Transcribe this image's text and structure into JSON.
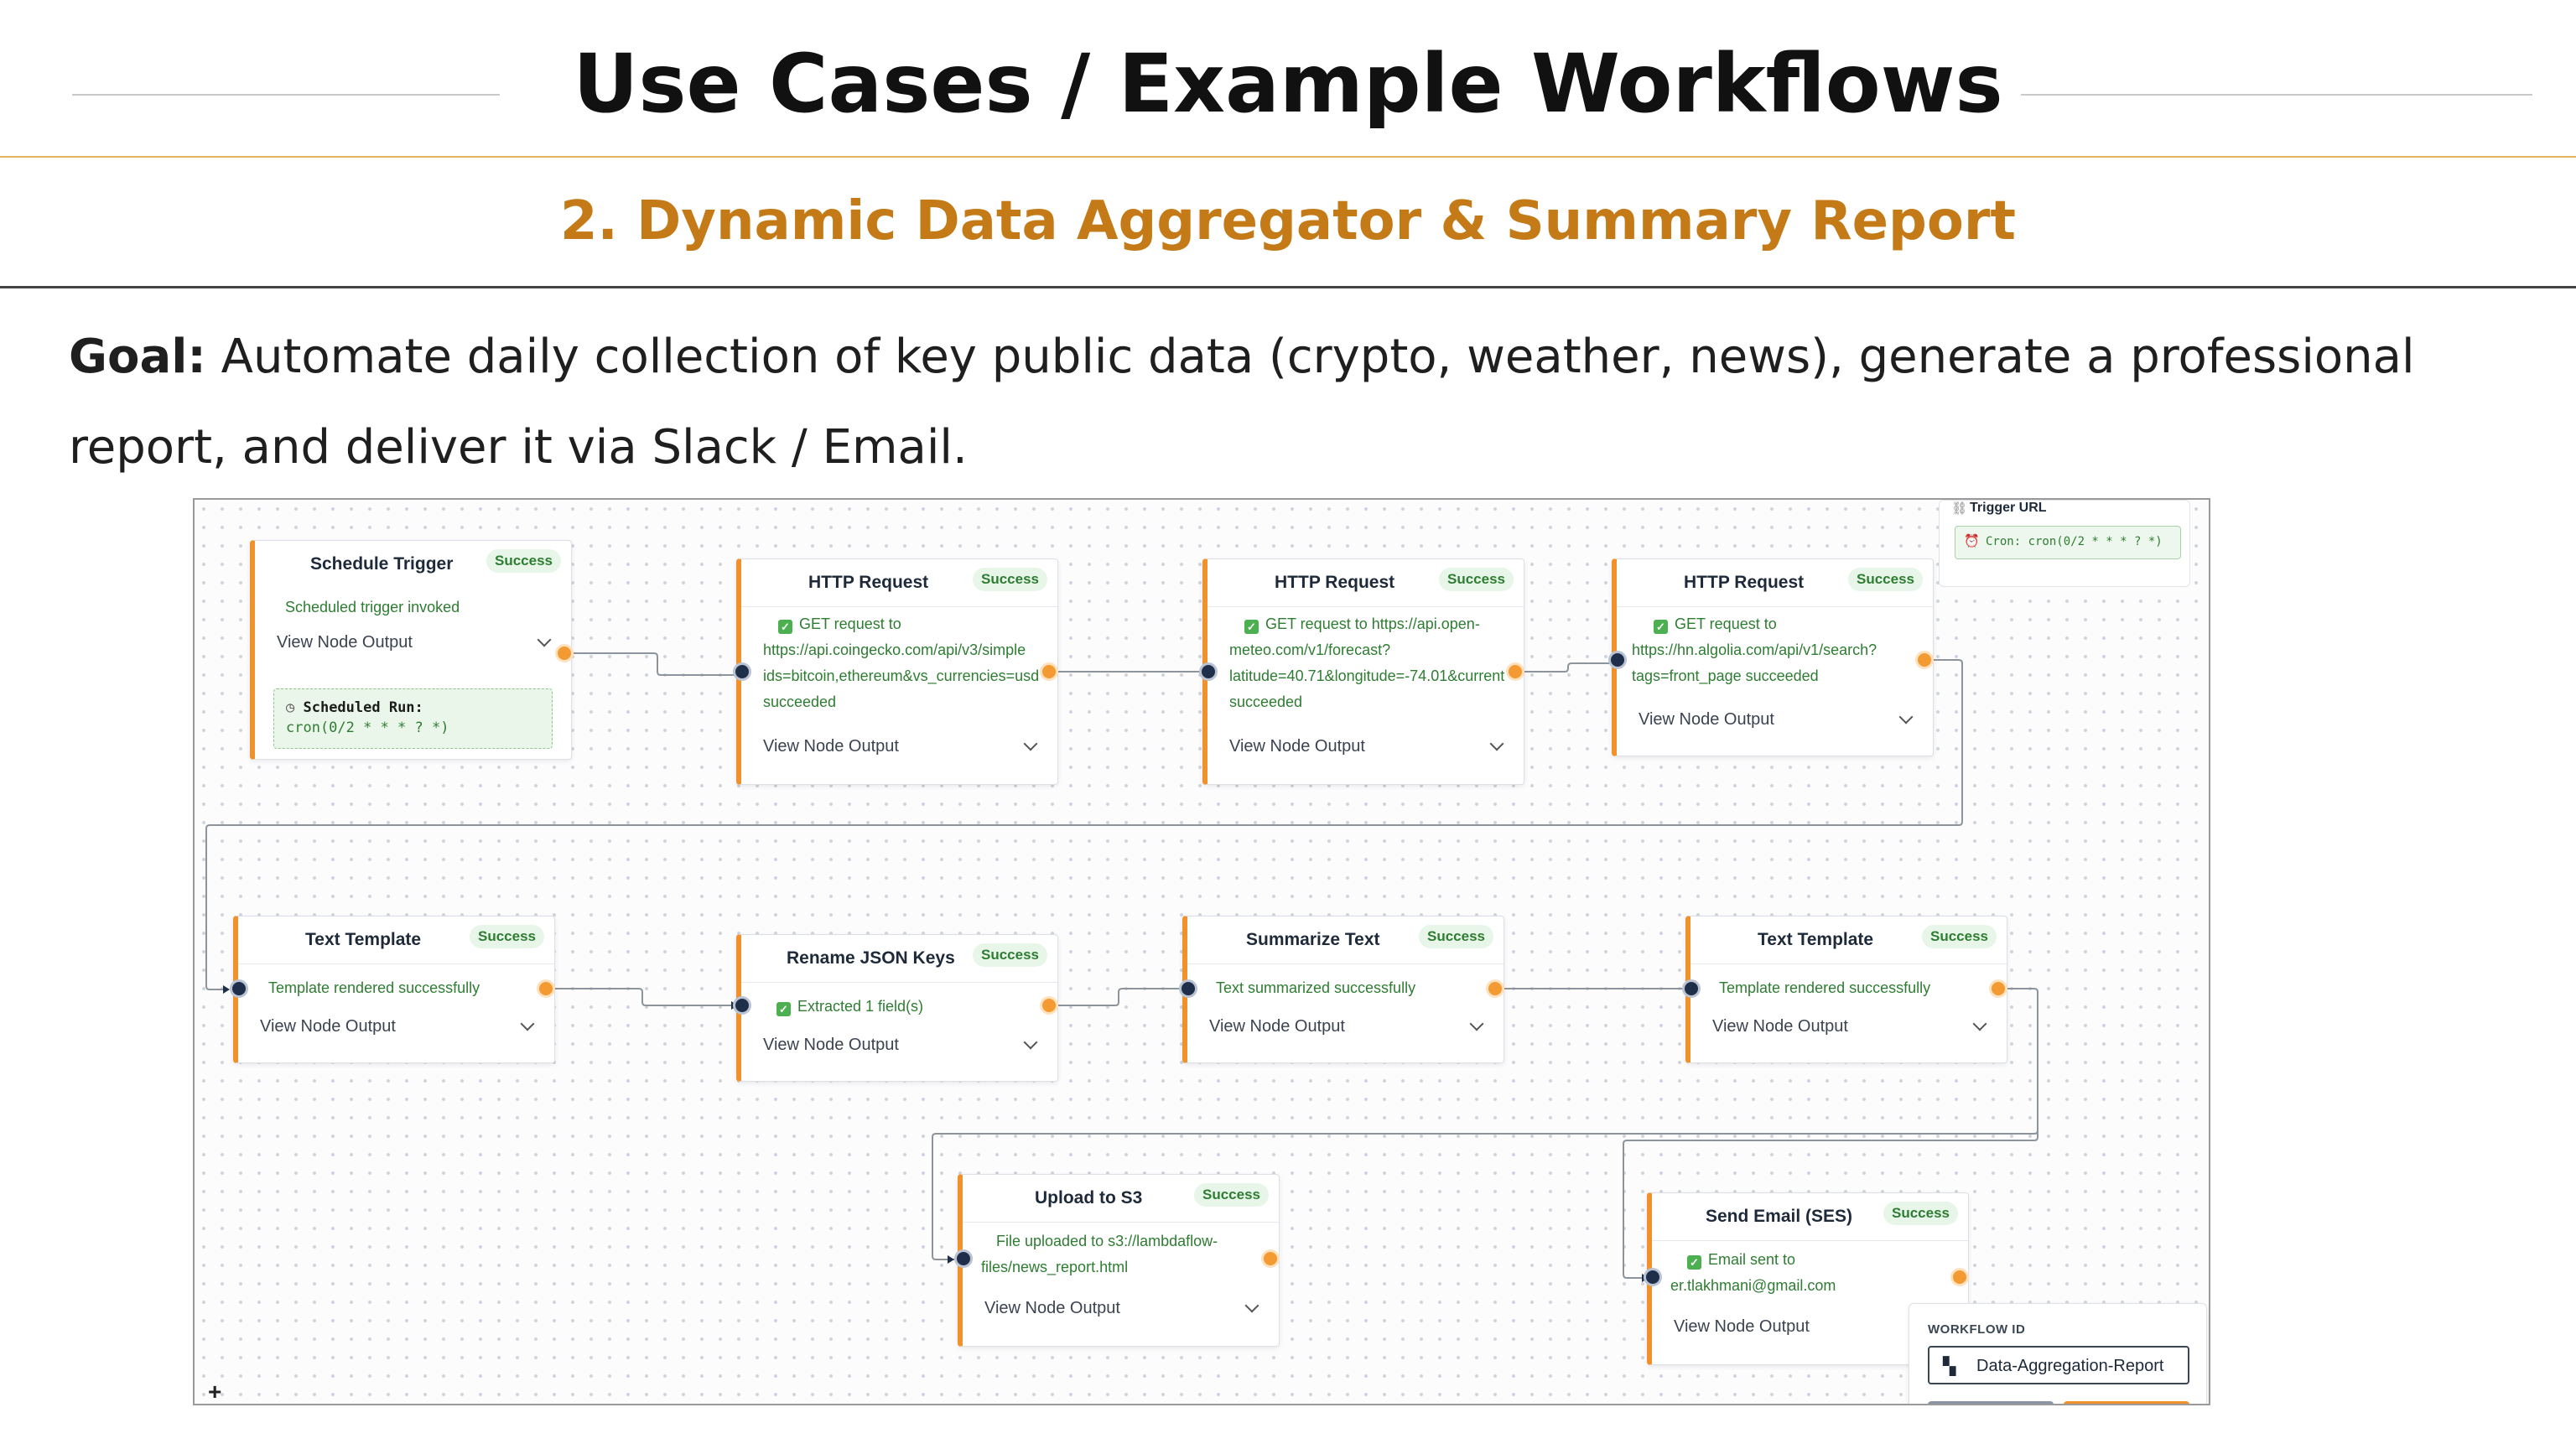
{
  "slide": {
    "title": "Use Cases / Example Workflows",
    "subtitle": "2. Dynamic Data Aggregator & Summary Report",
    "goal_label": "Goal:",
    "goal_text": " Automate daily collection of key public data (crypto, weather, news), generate a professional report, and deliver it via Slack / Email."
  },
  "colors": {
    "title": "#111111",
    "subtitle": "#c47a17",
    "node_accent": "#f0912b",
    "success": "#2e7d32",
    "port_in": "#1f2f4a",
    "port_out": "#f39a33"
  },
  "canvas": {
    "trigger_url": {
      "label": "Trigger URL",
      "icon": "link-icon",
      "cron": "Cron: cron(0/2 * * * ? *)"
    },
    "workflow_id": {
      "label": "WORKFLOW ID",
      "icon": "workflow-tree-icon",
      "value": "Data-Aggregation-Report"
    },
    "zoom_control": "+",
    "view_output_label": "View Node Output",
    "nodes": [
      {
        "id": "schedule-trigger",
        "title": "Schedule Trigger",
        "badge": "Success",
        "status": "Scheduled trigger invoked",
        "view_output": "View Node Output",
        "cron_label": "Scheduled Run:",
        "cron_value": "cron(0/2 * * * ? *)"
      },
      {
        "id": "http-request-1",
        "title": "HTTP Request",
        "badge": "Success",
        "status_lines": [
          "GET request to",
          "https://api.coingecko.com/api/v3/simple",
          "ids=bitcoin,ethereum&vs_currencies=usd",
          "succeeded"
        ],
        "view_output": "View Node Output"
      },
      {
        "id": "http-request-2",
        "title": "HTTP Request",
        "badge": "Success",
        "status_lines": [
          "GET request to https://api.open-",
          "meteo.com/v1/forecast?",
          "latitude=40.71&longitude=-74.01&current",
          "succeeded"
        ],
        "view_output": "View Node Output"
      },
      {
        "id": "http-request-3",
        "title": "HTTP Request",
        "badge": "Success",
        "status_lines": [
          "GET request to",
          "https://hn.algolia.com/api/v1/search?",
          "tags=front_page succeeded"
        ],
        "view_output": "View Node Output"
      },
      {
        "id": "text-template-1",
        "title": "Text Template",
        "badge": "Success",
        "status": "Template rendered successfully",
        "view_output": "View Node Output"
      },
      {
        "id": "rename-json-keys",
        "title": "Rename JSON Keys",
        "badge": "Success",
        "status": "Extracted 1 field(s)",
        "view_output": "View Node Output"
      },
      {
        "id": "summarize-text",
        "title": "Summarize Text",
        "badge": "Success",
        "status": "Text summarized successfully",
        "view_output": "View Node Output"
      },
      {
        "id": "text-template-2",
        "title": "Text Template",
        "badge": "Success",
        "status": "Template rendered successfully",
        "view_output": "View Node Output"
      },
      {
        "id": "upload-s3",
        "title": "Upload to S3",
        "badge": "Success",
        "status_lines": [
          "File uploaded to s3://lambdaflow-",
          "files/news_report.html"
        ],
        "view_output": "View Node Output"
      },
      {
        "id": "send-email",
        "title": "Send Email (SES)",
        "badge": "Success",
        "status_lines": [
          "Email sent to",
          "er.tlakhmani@gmail.com"
        ],
        "view_output": "View Node Output"
      }
    ]
  }
}
